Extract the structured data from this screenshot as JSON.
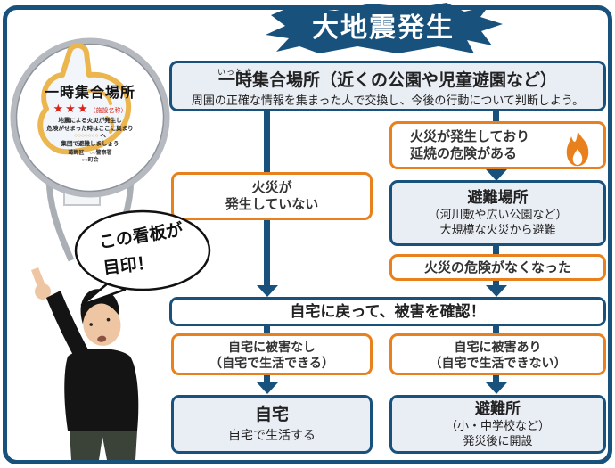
{
  "banner": {
    "title": "大地震発生"
  },
  "sign": {
    "title": "一時集合場所",
    "stars": "★★★",
    "facility_label": "（施設名称）",
    "desc_line1": "地震による火災が発生し",
    "desc_line2": "危険がせまった時はここに集まり",
    "desc_circles": "○○○○○○○",
    "desc_circles_suffix": " へ",
    "desc_line4": "集団で避難しましょう",
    "footer_line1": "葛飾区　○○警察署",
    "footer_line2": "○○町会"
  },
  "bubble": {
    "line1": "この看板が",
    "line2": "目印！"
  },
  "flow": {
    "assembly": {
      "furigana": "いっとき",
      "title_ruby_base": "一時",
      "title_rest": "集合場所（近くの公園や児童遊園など）",
      "subtitle": "周囲の正確な情報を集まった人で交換し、今後の行動について判断しよう。"
    },
    "no_fire": {
      "line1": "火災が",
      "line2": "発生していない"
    },
    "fire": {
      "line1": "火災が発生しており",
      "line2": "延焼の危険がある"
    },
    "evacuation_area": {
      "title": "避難場所",
      "line1": "（河川敷や広い公園など）",
      "line2": "大規模な火災から避難"
    },
    "fire_danger_gone": {
      "label": "火災の危険がなくなった"
    },
    "return_home": {
      "label": "自宅に戻って、被害を確認！"
    },
    "home_no_damage": {
      "line1": "自宅に被害なし",
      "line2": "（自宅で生活できる）"
    },
    "home_damaged": {
      "line1": "自宅に被害あり",
      "line2": "（自宅で生活できない）"
    },
    "home": {
      "title": "自宅",
      "subtitle": "自宅で生活する"
    },
    "shelter": {
      "title": "避難所",
      "line1": "（小・中学校など）",
      "line2": "発災後に開設"
    }
  },
  "colors": {
    "navy": "#19517d",
    "orange": "#e8811d",
    "box_fill": "#e9edf4",
    "star_red": "#d7251d",
    "hand_yellow": "#ecb64e"
  }
}
